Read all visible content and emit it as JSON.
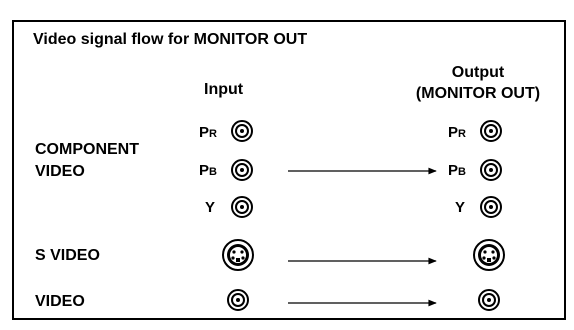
{
  "title": "Video signal flow for MONITOR OUT",
  "columns": {
    "input": "Input",
    "output_line1": "Output",
    "output_line2": "(MONITOR OUT)"
  },
  "groups": {
    "component_line1": "COMPONENT",
    "component_line2": "VIDEO",
    "s_video": "S VIDEO",
    "video": "VIDEO"
  },
  "pins": {
    "pr_main": "P",
    "pr_sub": "R",
    "pb_main": "P",
    "pb_sub": "B",
    "y": "Y"
  }
}
